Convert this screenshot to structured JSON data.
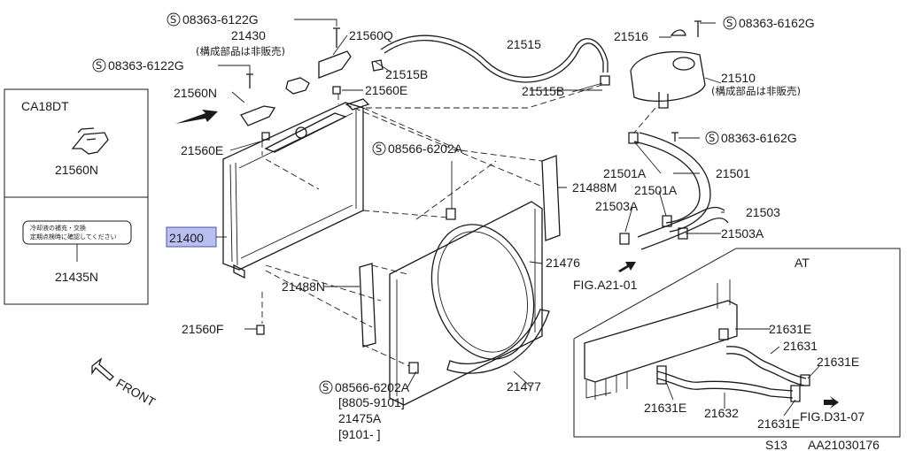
{
  "labels": {
    "bolt_08363_6122G_top": "08363-6122G",
    "p21430": "21430",
    "note_21430": "(構成部品は非販売)",
    "p21560Q": "21560Q",
    "bolt_08363_6122G_left": "08363-6122G",
    "p21515B_upper": "21515B",
    "p21560N": "21560N",
    "p21560E_upper": "21560E",
    "p21560E_left": "21560E",
    "p21515": "21515",
    "p21516": "21516",
    "bolt_08363_6162G_top": "08363-6162G",
    "p21510": "21510",
    "note_21510": "(構成部品は非販売)",
    "p21515B_right": "21515B",
    "bolt_08363_6162G_mid": "08363-6162G",
    "bolt_08566_6202A_top": "08566-6202A",
    "p21501A_a": "21501A",
    "p21501": "21501",
    "p21488M": "21488M",
    "p21501A_b": "21501A",
    "p21503A_a": "21503A",
    "p21503": "21503",
    "p21503A_b": "21503A",
    "p21400": "21400",
    "p21476": "21476",
    "fig_a21": "FIG.A21-01",
    "p21488N": "21488N",
    "p21560F": "21560F",
    "p21477": "21477",
    "bolt_08566_6202A_bot": "08566-6202A",
    "range_8805": "[8805-9101]",
    "p21475A": "21475A",
    "range_9101": "[9101-     ]",
    "front": "FRONT",
    "s13": "S13",
    "code": "AA21030176"
  },
  "inset_ca18dt": {
    "title": "CA18DT",
    "p21560N": "21560N",
    "p21435N": "21435N",
    "label_line1": "冷却液の補充・交換",
    "label_line2": "定期点検時に確認してください"
  },
  "inset_at": {
    "title": "AT",
    "p21631E_a": "21631E",
    "p21631": "21631",
    "p21631E_b": "21631E",
    "p21631E_c": "21631E",
    "p21632": "21632",
    "p21631E_d": "21631E",
    "fig_d31": "FIG.D31-07"
  },
  "symbols": {
    "screw_mark": "S"
  },
  "highlight_color": "#b8bff0"
}
